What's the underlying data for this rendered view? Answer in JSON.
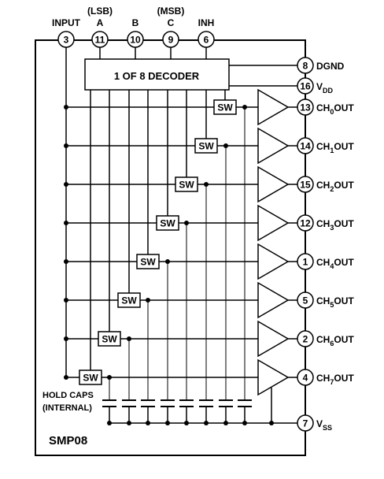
{
  "chip_name": "SMP08",
  "decoder_label": "1 OF 8 DECODER",
  "switch_label": "SW",
  "hold_caps_label_1": "HOLD CAPS",
  "hold_caps_label_2": "(INTERNAL)",
  "top_pins": [
    {
      "name": "INPUT",
      "note": "",
      "number": "3"
    },
    {
      "name": "A",
      "note": "(LSB)",
      "number": "11"
    },
    {
      "name": "B",
      "note": "",
      "number": "10"
    },
    {
      "name": "C",
      "note": "(MSB)",
      "number": "9"
    },
    {
      "name": "INH",
      "note": "",
      "number": "6"
    }
  ],
  "right_pins": [
    {
      "number": "8",
      "base": "DGND",
      "sub": "",
      "suffix": ""
    },
    {
      "number": "16",
      "base": "V",
      "sub": "DD",
      "suffix": ""
    }
  ],
  "channels": [
    {
      "number": "13",
      "base": "CH",
      "sub": "0",
      "suffix": "OUT"
    },
    {
      "number": "14",
      "base": "CH",
      "sub": "1",
      "suffix": "OUT"
    },
    {
      "number": "15",
      "base": "CH",
      "sub": "2",
      "suffix": "OUT"
    },
    {
      "number": "12",
      "base": "CH",
      "sub": "3",
      "suffix": "OUT"
    },
    {
      "number": "1",
      "base": "CH",
      "sub": "4",
      "suffix": "OUT"
    },
    {
      "number": "5",
      "base": "CH",
      "sub": "5",
      "suffix": "OUT"
    },
    {
      "number": "2",
      "base": "CH",
      "sub": "6",
      "suffix": "OUT"
    },
    {
      "number": "4",
      "base": "CH",
      "sub": "7",
      "suffix": "OUT"
    }
  ],
  "vss_pin": {
    "number": "7",
    "base": "V",
    "sub": "SS",
    "suffix": ""
  }
}
